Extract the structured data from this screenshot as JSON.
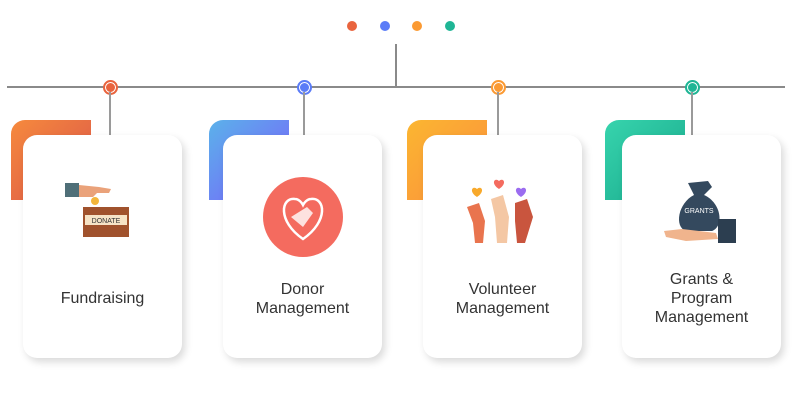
{
  "legend_dots": [
    {
      "color": "#e9643e"
    },
    {
      "color": "#5b7cf7"
    },
    {
      "color": "#fb9a33"
    },
    {
      "color": "#1fb595"
    }
  ],
  "items": [
    {
      "label": "Fundraising",
      "color": "#e9643e",
      "grad": [
        "#f68a3d",
        "#d9534a"
      ],
      "icon": "donation-box-icon",
      "icon_text": "DONATE"
    },
    {
      "label": "Donor Management",
      "color": "#5b7cf7",
      "grad": [
        "#5bb2ea",
        "#7a5cfc"
      ],
      "icon": "heart-hands-icon"
    },
    {
      "label": "Volunteer Management",
      "color": "#fb9a33",
      "grad": [
        "#fbb631",
        "#fb8e3d"
      ],
      "icon": "raised-hands-hearts-icon"
    },
    {
      "label": "Grants & Program Management",
      "color": "#1fb595",
      "grad": [
        "#37d4ad",
        "#18a88b"
      ],
      "icon": "grants-bag-icon",
      "icon_text": "GRANTS"
    }
  ]
}
